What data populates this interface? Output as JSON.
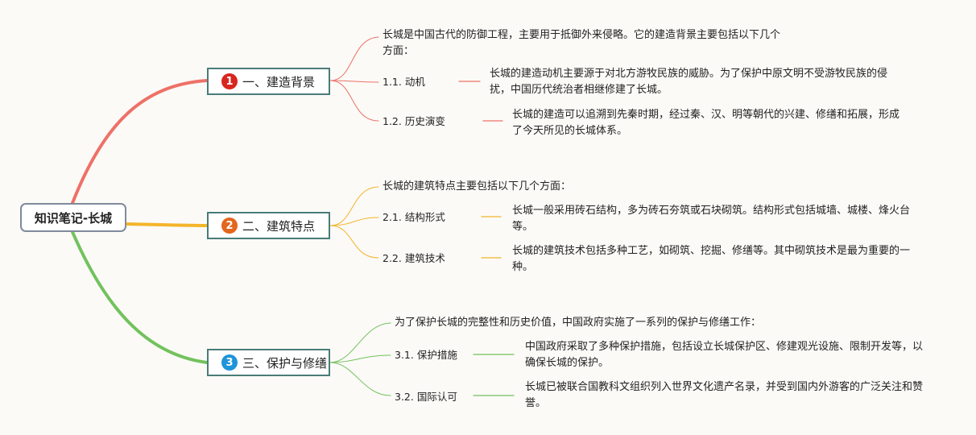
{
  "root": {
    "title": "知识笔记-长城"
  },
  "branches": [
    {
      "number": "1",
      "title": "一、建造背景",
      "color": "#ee7167",
      "badge_color": "#d8261e",
      "intro": "长城是中国古代的防御工程，主要用于抵御外来侵略。它的建造背景主要包括以下几个方面：",
      "items": [
        {
          "label": "1.1. 动机",
          "text": "长城的建造动机主要源于对北方游牧民族的威胁。为了保护中原文明不受游牧民族的侵扰，中国历代统治者相继修建了长城。"
        },
        {
          "label": "1.2. 历史演变",
          "text": "长城的建造可以追溯到先秦时期，经过秦、汉、明等朝代的兴建、修缮和拓展，形成了今天所见的长城体系。"
        }
      ]
    },
    {
      "number": "2",
      "title": "二、建筑特点",
      "color": "#f4b52a",
      "badge_color": "#e3661c",
      "intro": "长城的建筑特点主要包括以下几个方面：",
      "items": [
        {
          "label": "2.1. 结构形式",
          "text": "长城一般采用砖石结构，多为砖石夯筑或石块砌筑。结构形式包括城墙、城楼、烽火台等。"
        },
        {
          "label": "2.2. 建筑技术",
          "text": "长城的建筑技术包括多种工艺，如砌筑、挖掘、修缮等。其中砌筑技术是最为重要的一种。"
        }
      ]
    },
    {
      "number": "3",
      "title": "三、保护与修缮",
      "color": "#72c25c",
      "badge_color": "#1f94d8",
      "intro": "为了保护长城的完整性和历史价值，中国政府实施了一系列的保护与修缮工作：",
      "items": [
        {
          "label": "3.1. 保护措施",
          "text": "中国政府采取了多种保护措施，包括设立长城保护区、修建观光设施、限制开发等，以确保长城的保护。"
        },
        {
          "label": "3.2. 国际认可",
          "text": "长城已被联合国教科文组织列入世界文化遗产名录，并受到国内外游客的广泛关注和赞誉。"
        }
      ]
    }
  ]
}
